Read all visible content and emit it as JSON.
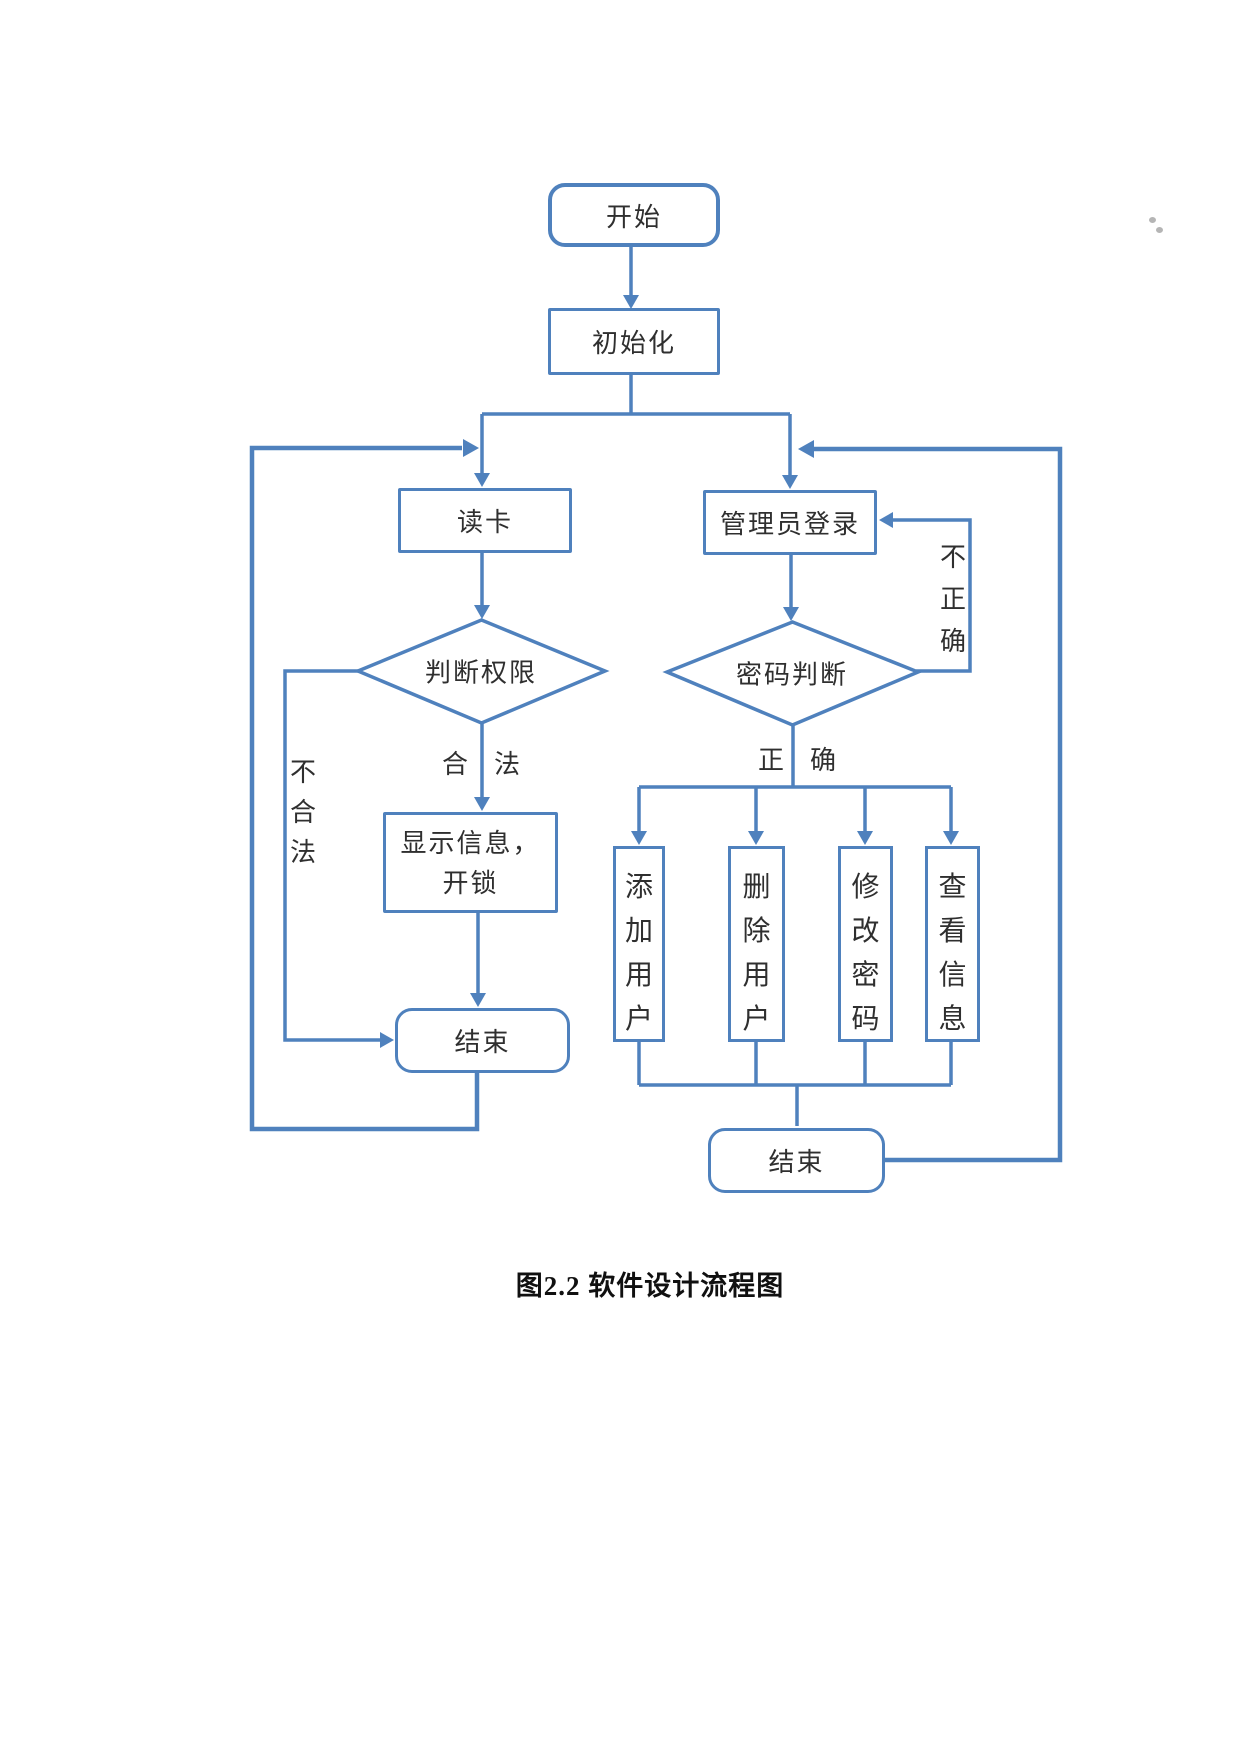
{
  "page": {
    "caption": "图2.2 软件设计流程图"
  },
  "colors": {
    "line": "#4f81bd",
    "node_border": "#4f81bd",
    "text": "#2f2f2f",
    "caption_text": "#101010"
  },
  "flowchart": {
    "nodes": {
      "start": {
        "label": "开始",
        "shape": "terminator"
      },
      "init": {
        "label": "初始化",
        "shape": "process"
      },
      "read_card": {
        "label": "读卡",
        "shape": "process"
      },
      "admin_login": {
        "label": "管理员登录",
        "shape": "process"
      },
      "check_permission": {
        "label": "判断权限",
        "shape": "decision"
      },
      "check_password": {
        "label": "密码判断",
        "shape": "decision"
      },
      "show_info_unlock": {
        "label": "显示信息，开锁",
        "shape": "process"
      },
      "end_left": {
        "label": "结束",
        "shape": "terminator"
      },
      "add_user": {
        "label": "添加用户",
        "shape": "process-vertical"
      },
      "delete_user": {
        "label": "删除用户",
        "shape": "process-vertical"
      },
      "change_password": {
        "label": "修改密码",
        "shape": "process-vertical"
      },
      "view_info": {
        "label": "查看信息",
        "shape": "process-vertical"
      },
      "end_right": {
        "label": "结束",
        "shape": "terminator"
      }
    },
    "edge_labels": {
      "legal": "合　法",
      "illegal": "不合法",
      "correct": "正　确",
      "incorrect": "不正确"
    }
  }
}
